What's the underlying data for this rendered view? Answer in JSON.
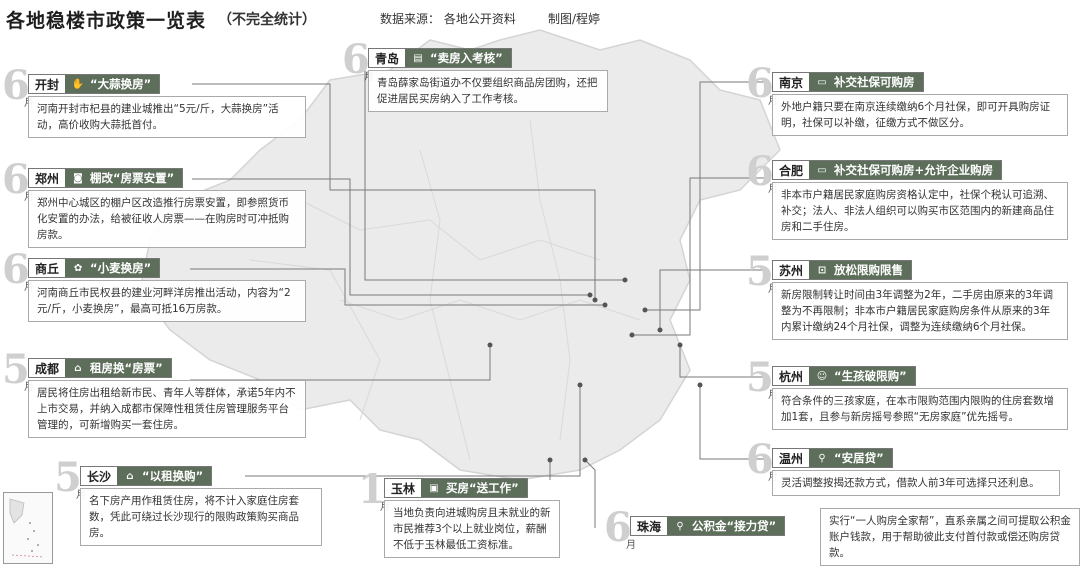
{
  "header": {
    "title": "各地稳楼市政策一览表",
    "subtitle": "（不完全统计）",
    "source": "数据来源：  各地公开资料",
    "author": "制图/程婷"
  },
  "month_unit": "月",
  "cards": [
    {
      "id": "kaifeng",
      "month": "6",
      "city": "开封",
      "icon": "thumbs-up-icon",
      "policy": "“大蒜换房”",
      "text": "河南开封市杞县的建业城推出“5元/斤，大蒜换房”活动，高价收购大蒜抵首付。"
    },
    {
      "id": "zhengzhou",
      "month": "6",
      "city": "郑州",
      "icon": "camera-icon",
      "policy": "棚改“房票安置”",
      "text": "郑州中心城区的棚户区改造推行房票安置，即参照货币化安置的办法，给被征收人房票——在购房时可冲抵购房款。"
    },
    {
      "id": "shangqiu",
      "month": "6",
      "city": "商丘",
      "icon": "wheat-icon",
      "policy": "“小麦换房”",
      "text": "河南商丘市民权县的建业河畔洋房推出活动，内容为“2元/斤，小麦换房”，最高可抵16万房款。"
    },
    {
      "id": "chengdu",
      "month": "5",
      "city": "成都",
      "icon": "house-icon",
      "policy": "租房换“房票”",
      "text": "居民将住房出租给新市民、青年人等群体，承诺5年内不上市交易，并纳入成都市保障性租赁住房管理服务平台管理的，可新增购买一套住房。"
    },
    {
      "id": "changsha",
      "month": "5",
      "city": "长沙",
      "icon": "house-icon",
      "policy": "“以租换购”",
      "text": "名下房产用作租赁住房，将不计入家庭住房套数，凭此可绕过长沙现行的限购政策购买商品房。"
    },
    {
      "id": "qingdao",
      "month": "6",
      "city": "青岛",
      "icon": "clipboard-icon",
      "policy": "“卖房入考核”",
      "text": "青岛薛家岛街道办不仅要组织商品房团购，还把促进居民买房纳入了工作考核。"
    },
    {
      "id": "yulin",
      "month": "1",
      "city": "玉林",
      "icon": "briefcase-icon",
      "policy": "买房“送工作”",
      "text": "当地负责向进城购房且未就业的新市民推荐3个以上就业岗位，薪酬不低于玉林最低工资标准。"
    },
    {
      "id": "nanjing",
      "month": "6",
      "city": "南京",
      "icon": "card-icon",
      "policy": "补交社保可购房",
      "text": "外地户籍只要在南京连续缴纳6个月社保，即可开具购房证明，社保可以补缴，征缴方式不做区分。"
    },
    {
      "id": "hefei",
      "month": "6",
      "city": "合肥",
      "icon": "card-icon",
      "policy": "补交社保可购房+允许企业购房",
      "text": "非本市户籍居民家庭购房资格认定中，社保个税认可追溯、补交；法人、非法人组织可以购买市区范围内的新建商品住房和二手住房。"
    },
    {
      "id": "suzhou",
      "month": "5",
      "city": "苏州",
      "icon": "unlock-icon",
      "policy": "放松限购限售",
      "text": "新房限制转让时间由3年调整为2年，二手房由原来的3年调整为不再限制；非本市户籍居民家庭购房条件从原来的3年内累计缴纳24个月社保，调整为连续缴纳6个月社保。"
    },
    {
      "id": "hangzhou",
      "month": "5",
      "city": "杭州",
      "icon": "baby-icon",
      "policy": "“生孩破限购”",
      "text": "符合条件的三孩家庭，在本市限购范围内限购的住房套数增加1套，且参与新房摇号参照“无房家庭”优先摇号。"
    },
    {
      "id": "wenzhou",
      "month": "6",
      "city": "温州",
      "icon": "person-icon",
      "policy": "“安居贷”",
      "text": "灵活调整按揭还款方式，借款人前3年可选择只还利息。"
    },
    {
      "id": "zhuhai",
      "month": "6",
      "city": "珠海",
      "icon": "person-icon",
      "policy": "公积金“接力贷”",
      "text": "实行“一人购房全家帮”，直系亲属之间可提取公积金账户钱款，用于帮助彼此支付首付款或偿还购房贷款。"
    }
  ]
}
